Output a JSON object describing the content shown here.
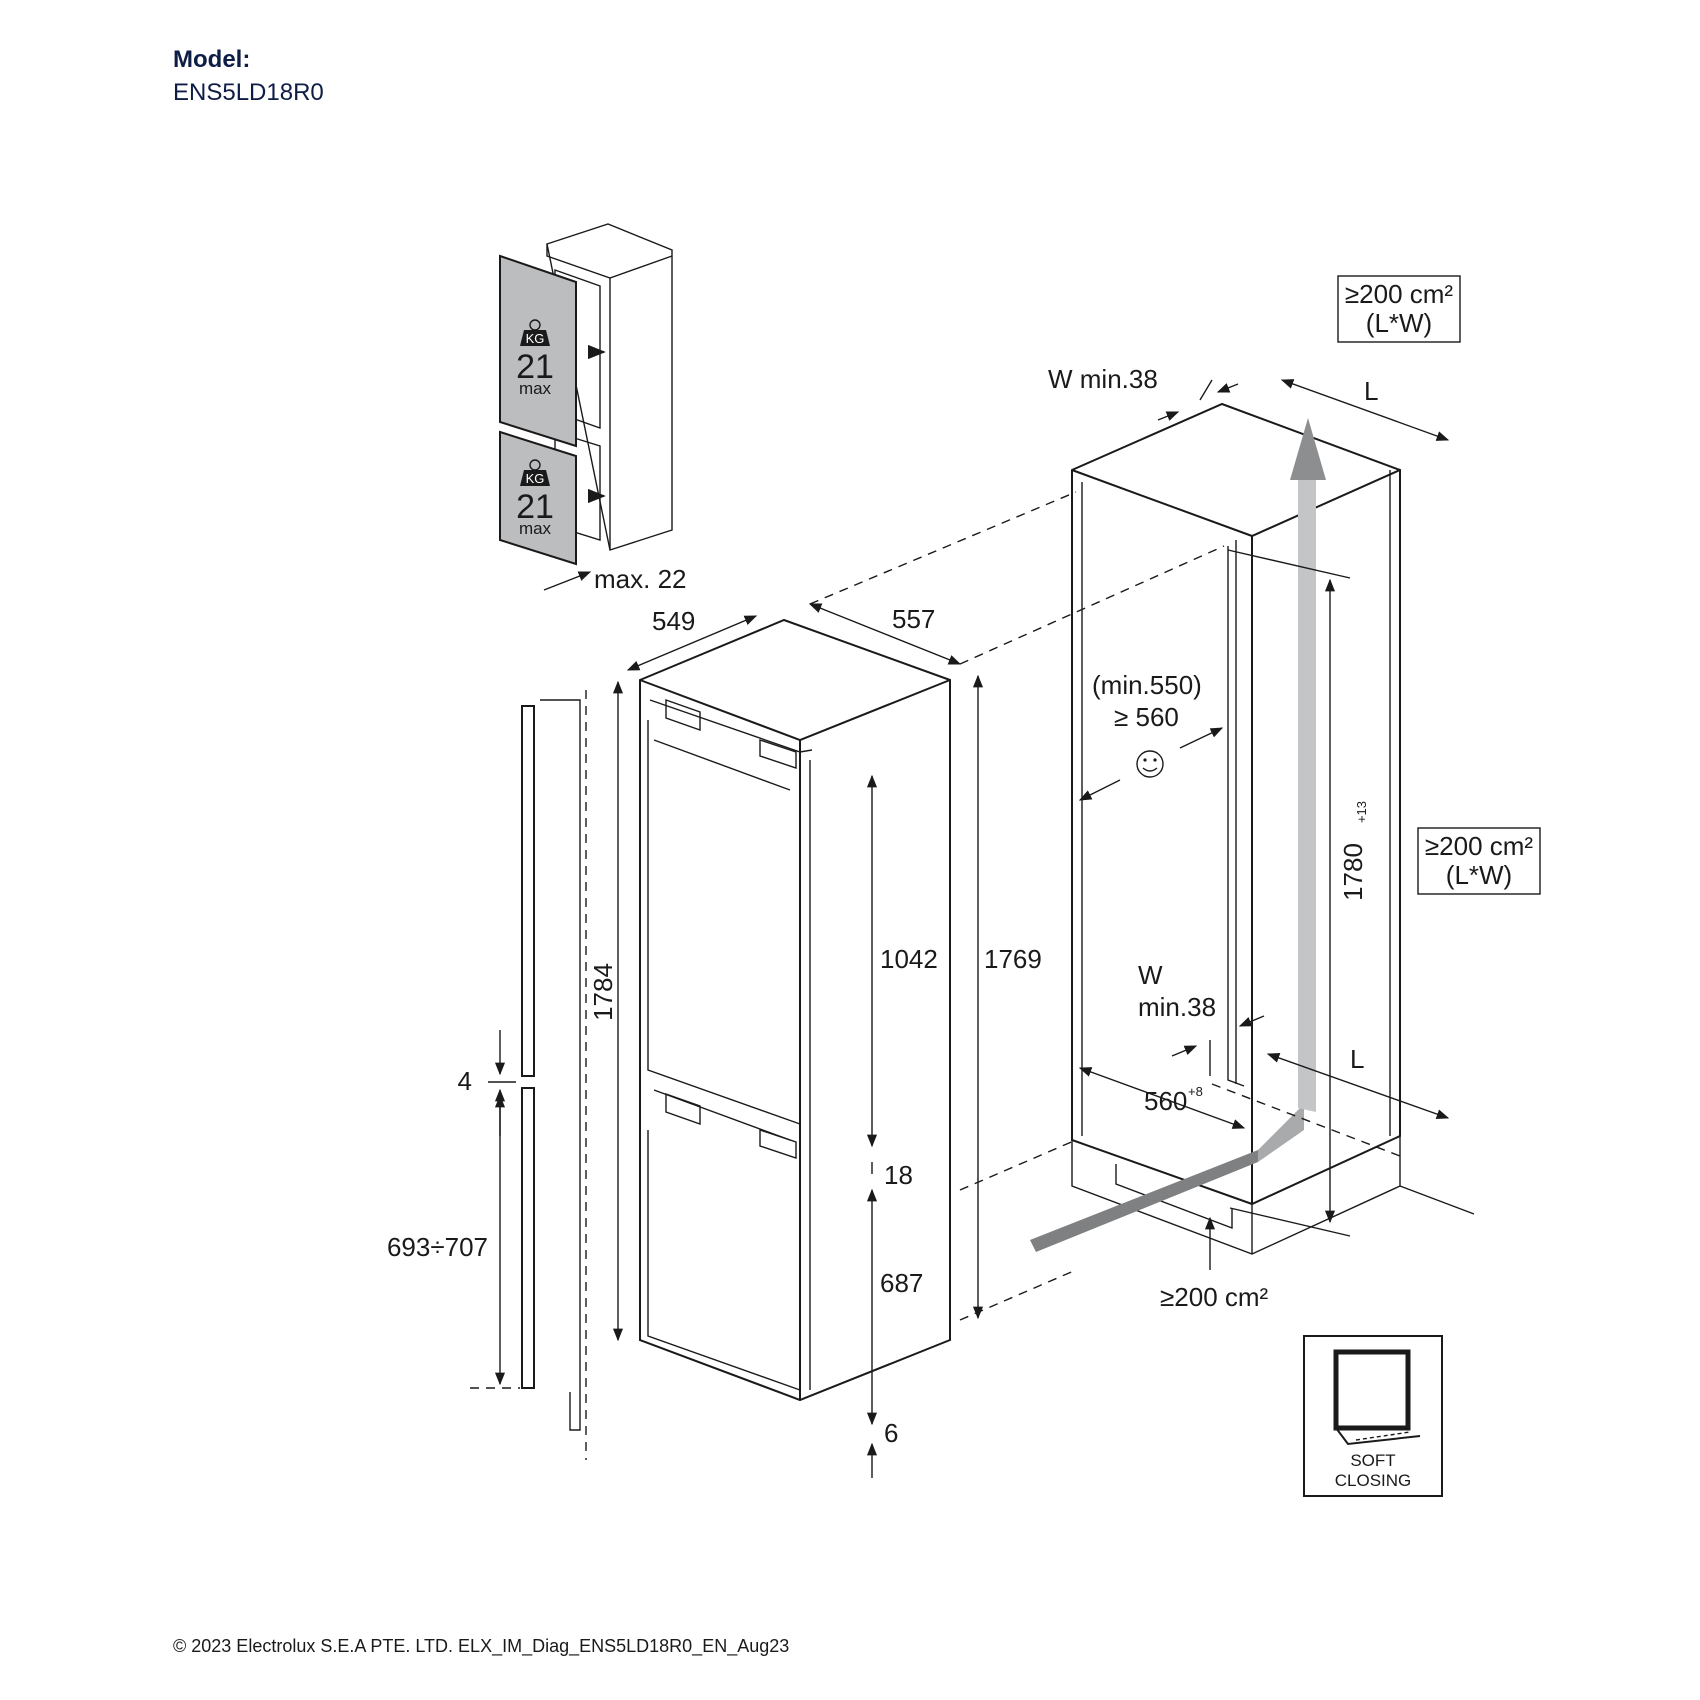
{
  "header": {
    "model_label": "Model:",
    "model_code": "ENS5LD18R0"
  },
  "footer": {
    "copyright": "© 2023 Electrolux S.E.A PTE. LTD. ELX_IM_Diag_ENS5LD18R0_EN_Aug23"
  },
  "door_weight": {
    "badge": "KG",
    "value": "21",
    "unit": "max",
    "door_thickness": "max. 22"
  },
  "appliance_dimensions": {
    "depth": "549",
    "width": "557",
    "height_total": "1784",
    "height_body": "1769",
    "fridge_section": "1042",
    "gap_middle": "18",
    "freezer_section": "687",
    "gap_bottom": "6"
  },
  "door_panel_dimensions": {
    "gap": "4",
    "lower_panel_range": "693÷707"
  },
  "niche_dimensions": {
    "vent_top": "≥200 cm²",
    "vent_top_sub": "(L*W)",
    "vent_side": "≥200 cm²",
    "vent_side_sub": "(L*W)",
    "vent_bottom": "≥200 cm²",
    "w_min_top": "W min.38",
    "w_label": "W",
    "w_min_bottom": "min.38",
    "l_top": "L",
    "l_bottom": "L",
    "depth_min": "(min.550)",
    "depth_recommended": "≥ 560",
    "niche_height": "1780",
    "niche_height_tol": "+13",
    "niche_width": "560",
    "niche_width_tol": "+8",
    "smile_icon": "smile-icon"
  },
  "soft_closing": {
    "line1": "SOFT",
    "line2": "CLOSING"
  }
}
